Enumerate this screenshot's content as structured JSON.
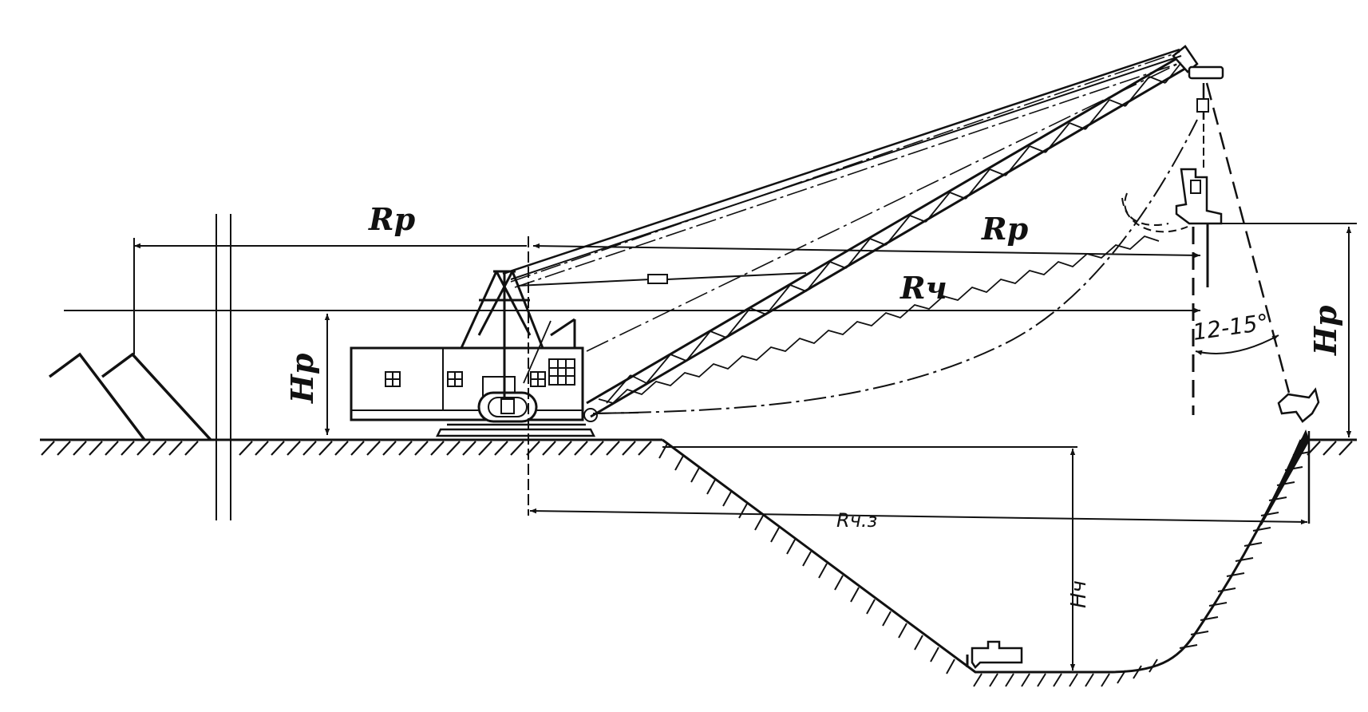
{
  "labels": {
    "rp_left": "Rp",
    "rp_boom": "Rp",
    "rch": "Rч",
    "hp_left": "Hp",
    "hp_right": "Hp",
    "angle": "12-15°",
    "rchz": "Rч.з",
    "hch": "Hч"
  },
  "icons": {
    "dragline": "dragline-excavator-icon",
    "bucket": "dragline-bucket-icon",
    "spoil": "spoil-pile-icon",
    "dozer": "bulldozer-icon"
  },
  "colors": {
    "ink": "#111111",
    "paper": "#ffffff"
  }
}
